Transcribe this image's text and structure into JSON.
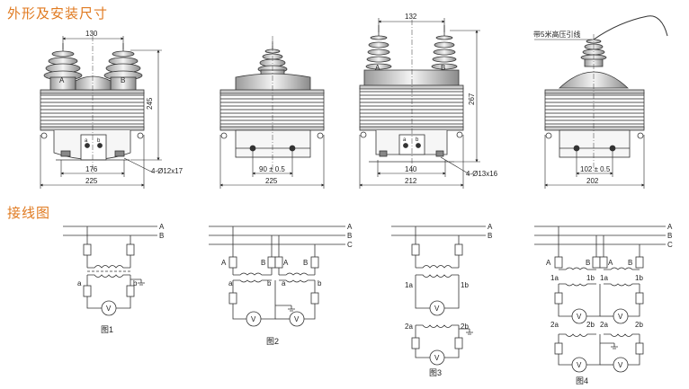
{
  "sections": {
    "dimensions_title": "外形及安装尺寸",
    "wiring_title": "接线图"
  },
  "views": {
    "v1": {
      "terminal_a": "A",
      "terminal_b": "B",
      "dim_top": "130",
      "dim_height": "245",
      "dim_base_inner": "176",
      "dim_base_outer": "225",
      "hole": "4-Ø12x17",
      "plate_a": "a",
      "plate_b": "b"
    },
    "v2": {
      "dim_mid": "90 ± 0.5",
      "dim_base": "225"
    },
    "v3": {
      "terminal_a": "A",
      "terminal_b": "B",
      "dim_top": "132",
      "dim_height": "267",
      "dim_base_inner": "140",
      "dim_base_outer": "212",
      "hole": "4-Ø13x16",
      "plate_a": "a",
      "plate_b": "b"
    },
    "v4": {
      "cable_note": "带5米高压引线",
      "dim_mid": "102 ± 0.5",
      "dim_base": "202"
    }
  },
  "wiring": {
    "phases": [
      "A",
      "B",
      "C"
    ],
    "fig1": {
      "caption": "图1",
      "p1": "A",
      "p2": "B",
      "s1": "a",
      "s2": "b",
      "meter": "V"
    },
    "fig2": {
      "caption": "图2",
      "labels": [
        "A",
        "B",
        "A",
        "B"
      ],
      "sec": [
        "a",
        "b",
        "a",
        "b"
      ],
      "meter": "V"
    },
    "fig3": {
      "caption": "图3",
      "sec1a": "1a",
      "sec1b": "1b",
      "sec2a": "2a",
      "sec2b": "2b",
      "meter": "V"
    },
    "fig4": {
      "caption": "图4",
      "labels": [
        "A",
        "B",
        "A",
        "B"
      ],
      "row1": [
        "1a",
        "1b",
        "1a",
        "1b"
      ],
      "row2": [
        "2a",
        "2b",
        "2a",
        "2b"
      ],
      "meter": "V"
    }
  }
}
